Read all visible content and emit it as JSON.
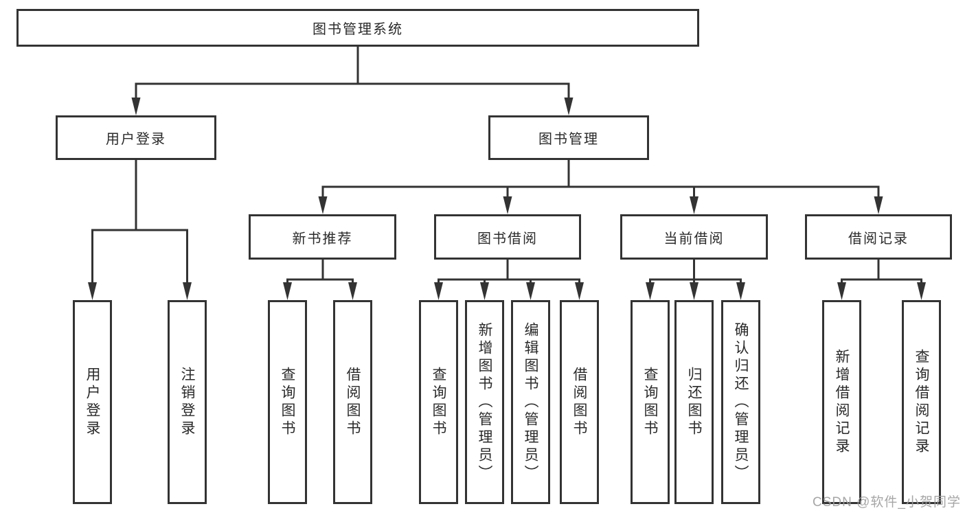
{
  "tree": {
    "root": {
      "label": "图书管理系统",
      "children": [
        {
          "label": "用户登录",
          "children": [
            {
              "label": "用户登录"
            },
            {
              "label": "注销登录"
            }
          ]
        },
        {
          "label": "图书管理",
          "children": [
            {
              "label": "新书推荐",
              "children": [
                {
                  "label": "查询图书"
                },
                {
                  "label": "借阅图书"
                }
              ]
            },
            {
              "label": "图书借阅",
              "children": [
                {
                  "label": "查询图书"
                },
                {
                  "label": "新增图书（管理员）"
                },
                {
                  "label": "编辑图书（管理员）"
                },
                {
                  "label": "借阅图书"
                }
              ]
            },
            {
              "label": "当前借阅",
              "children": [
                {
                  "label": "查询图书"
                },
                {
                  "label": "归还图书"
                },
                {
                  "label": "确认归还（管理员）"
                }
              ]
            },
            {
              "label": "借阅记录",
              "children": [
                {
                  "label": "新增借阅记录"
                },
                {
                  "label": "查询借阅记录"
                }
              ]
            }
          ]
        }
      ]
    }
  },
  "watermark": {
    "text": "CSDN @软件_小贺同学"
  },
  "colors": {
    "line": "#333333",
    "box_border": "#333333",
    "text": "#2a2a2a",
    "background": "#ffffff",
    "watermark": "#9e9e9e"
  }
}
